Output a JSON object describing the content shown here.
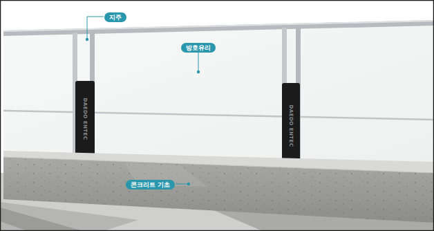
{
  "diagram": {
    "nodes": [
      {
        "text": [
          "지주"
        ]
      },
      {
        "text": [
          "방호유리"
        ]
      },
      {
        "text": [
          "콘크리트 기초"
        ]
      }
    ],
    "labels": [
      "DAEDO ENTEC",
      "DAEDO ENTEC"
    ]
  }
}
